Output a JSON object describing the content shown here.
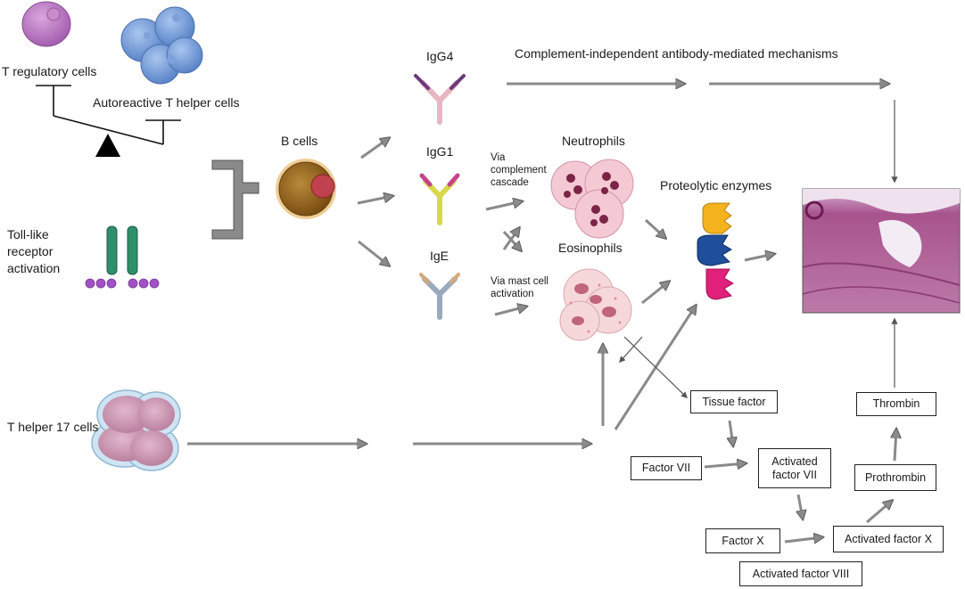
{
  "labels": {
    "t_regulatory": "T regulatory  cells",
    "autoreactive_th": "Autoreactive T helper cells",
    "toll_like": "Toll-like receptor activation",
    "th17": "T helper 17 cells",
    "b_cells": "B cells",
    "igg4": "IgG4",
    "igg1": "IgG1",
    "ige": "IgE",
    "complement_independent": "Complement-independent antibody-mediated mechanisms",
    "via_complement": "Via complement cascade",
    "via_mast": "Via mast cell activation",
    "neutrophils": "Neutrophils",
    "eosinophils": "Eosinophils",
    "proteolytic": "Proteolytic enzymes"
  },
  "boxes": {
    "tissue_factor": "Tissue factor",
    "factor_vii": "Factor VII",
    "activated_vii": "Activated factor VII",
    "factor_x": "Factor X",
    "activated_x": "Activated factor X",
    "activated_viii": "Activated factor VIII",
    "prothrombin": "Prothrombin",
    "thrombin": "Thrombin"
  },
  "colors": {
    "arrow": "#8a8a8a",
    "arrow_outline": "#5a5a5a",
    "b_cell": "#a0701f",
    "neutrophil": "#f3c7d3",
    "eosinophil": "#f4d3d6",
    "tissue": "#b56a9a"
  }
}
